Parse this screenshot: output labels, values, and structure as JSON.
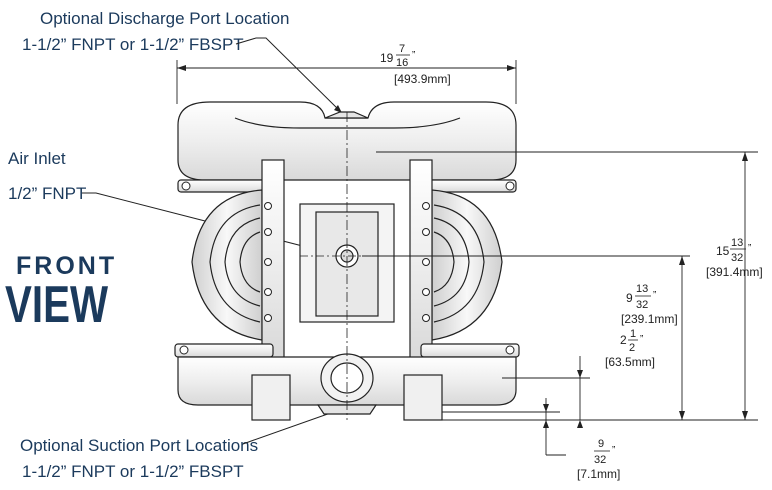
{
  "callouts": {
    "discharge": {
      "line1": "Optional Discharge Port Location",
      "line2": "1-1/2” FNPT or 1-1/2” FBSPT"
    },
    "air_inlet": {
      "line1": "Air Inlet",
      "line2": "1/2” FNPT"
    },
    "suction": {
      "line1": "Optional Suction Port Locations",
      "line2": "1-1/2” FNPT or 1-1/2” FBSPT"
    }
  },
  "view_label": {
    "line1": "FRONT",
    "line2": "VIEW"
  },
  "dimensions": {
    "overall_width": {
      "whole": "19",
      "num": "7",
      "den": "16",
      "unit": "”",
      "metric": "[493.9mm]"
    },
    "overall_height": {
      "whole": "15",
      "num": "13",
      "den": "32",
      "unit": "”",
      "metric": "[391.4mm]"
    },
    "inlet_height": {
      "whole": "9",
      "num": "13",
      "den": "32",
      "unit": "”",
      "metric": "[239.1mm]"
    },
    "foot_height": {
      "whole": "2",
      "num": "1",
      "den": "2",
      "unit": "”",
      "metric": "[63.5mm]"
    },
    "base_gap": {
      "whole": "",
      "num": "9",
      "den": "32",
      "unit": "”",
      "metric": "[7.1mm]"
    }
  },
  "colors": {
    "navy": "#1b3a5c",
    "line": "#222222",
    "body_fill": "#f6f6f6"
  }
}
